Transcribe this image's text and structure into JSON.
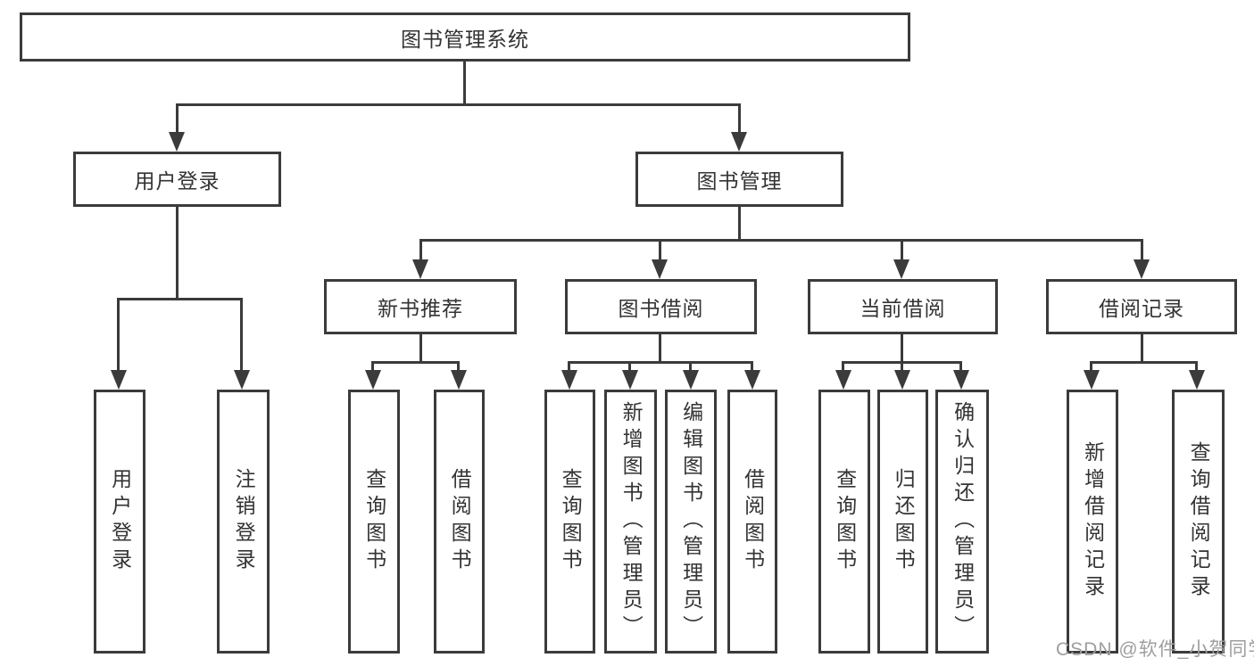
{
  "tree": {
    "root": {
      "label": "图书管理系统"
    },
    "user_login": {
      "label": "用户登录",
      "children": [
        "用户登录",
        "注销登录"
      ]
    },
    "book_management": {
      "label": "图书管理",
      "sections": {
        "new_book": {
          "label": "新书推荐",
          "children": [
            "查询图书",
            "借阅图书"
          ]
        },
        "borrow": {
          "label": "图书借阅",
          "children": [
            "查询图书",
            "新增图书（管理员）",
            "编辑图书（管理员）",
            "借阅图书"
          ]
        },
        "current": {
          "label": "当前借阅",
          "children": [
            "查询图书",
            "归还图书",
            "确认归还（管理员）"
          ]
        },
        "records": {
          "label": "借阅记录",
          "children": [
            "新增借阅记录",
            "查询借阅记录"
          ]
        }
      }
    }
  },
  "watermark": {
    "text": "CSDN @软件_小贺同学"
  },
  "colors": {
    "line": "#3b3b3b",
    "text": "#333333",
    "watermark": "#9e9e9e",
    "background": "#ffffff"
  }
}
